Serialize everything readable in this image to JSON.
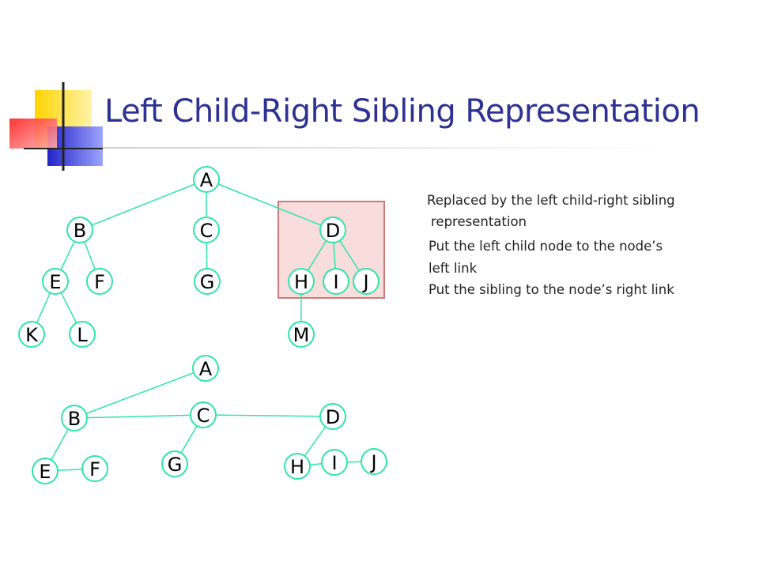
{
  "slide": {
    "title": "Left Child-Right Sibling Representation",
    "colors": {
      "title": "#2d3192",
      "edge": "#2ee6a6",
      "node_fill": "#ffffff",
      "highlight_fill": "#f9dcdc",
      "highlight_border": "#c97a7a",
      "deco_yellow": "#ffd400",
      "deco_blue": "#2323c8",
      "deco_red": "#ff3030",
      "deco_line": "#222222"
    }
  },
  "notes": {
    "line1": "Replaced by the left child-right sibling",
    "line2": "representation",
    "line3": "Put the left child node to the node’s",
    "line4": "left link",
    "line5": "Put the sibling to the node’s right link"
  },
  "tree_original": {
    "nodes": [
      "A",
      "B",
      "C",
      "D",
      "E",
      "F",
      "G",
      "H",
      "I",
      "J",
      "K",
      "L",
      "M"
    ],
    "edges": [
      [
        "A",
        "B"
      ],
      [
        "A",
        "C"
      ],
      [
        "A",
        "D"
      ],
      [
        "B",
        "E"
      ],
      [
        "B",
        "F"
      ],
      [
        "C",
        "G"
      ],
      [
        "D",
        "H"
      ],
      [
        "D",
        "I"
      ],
      [
        "D",
        "J"
      ],
      [
        "E",
        "K"
      ],
      [
        "E",
        "L"
      ],
      [
        "H",
        "M"
      ]
    ],
    "highlighted_subtree": [
      "D",
      "H",
      "I",
      "J"
    ]
  },
  "tree_lcrs": {
    "nodes": [
      "A",
      "B",
      "C",
      "D",
      "E",
      "F",
      "G",
      "H",
      "I",
      "J"
    ],
    "edges": [
      [
        "A",
        "B"
      ],
      [
        "B",
        "C"
      ],
      [
        "C",
        "D"
      ],
      [
        "B",
        "E"
      ],
      [
        "E",
        "F"
      ],
      [
        "C",
        "G"
      ],
      [
        "D",
        "H"
      ],
      [
        "H",
        "I"
      ],
      [
        "I",
        "J"
      ]
    ]
  }
}
